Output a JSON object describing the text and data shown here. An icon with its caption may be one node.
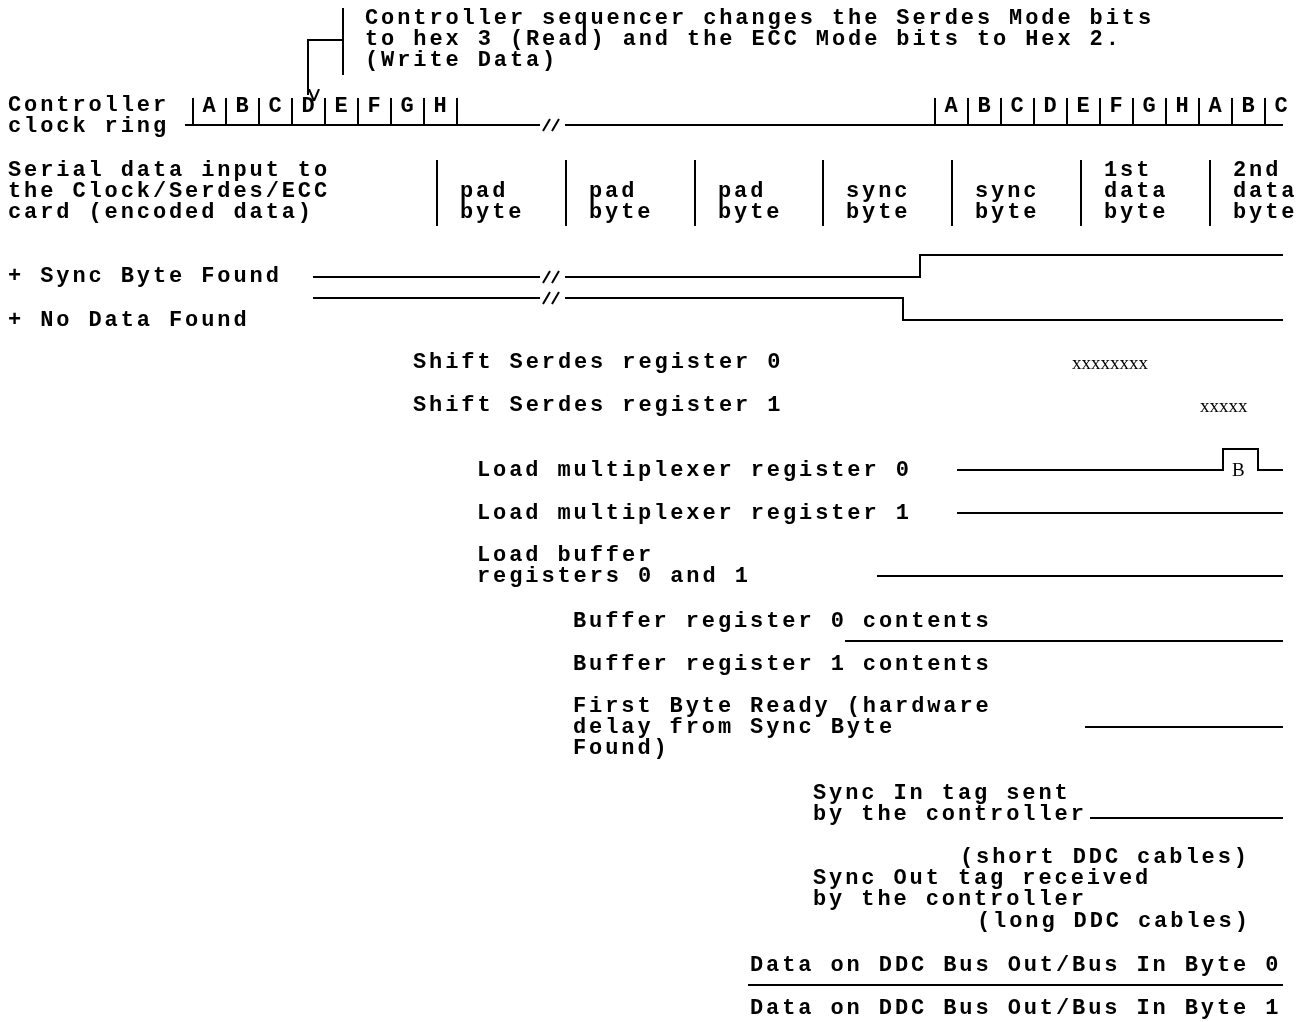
{
  "diagram": {
    "nodes": [
      {
        "text": [
          "Controller sequencer changes the Serdes Mode bits to hex 3 (Read) and the ECC Mode bits to Hex 2. (Write Data)"
        ]
      },
      {
        "text": [
          "D"
        ]
      }
    ],
    "edges": [
      {
        "from": 0,
        "to": 1,
        "arrow": "to"
      }
    ],
    "labels": [
      "Controller clock ring",
      "A",
      "B",
      "C",
      "E",
      "F",
      "G",
      "H",
      "A",
      "B",
      "C",
      "D",
      "E",
      "F",
      "G",
      "H",
      "A",
      "B",
      "C",
      "Serial data input to the Clock/Serdes/ECC card (encoded data)",
      "pad byte",
      "pad byte",
      "pad byte",
      "sync byte",
      "sync byte",
      "1st data byte",
      "2nd data byte",
      "+ Sync Byte Found",
      "+ No Data Found",
      "Shift Serdes register 0",
      "xxxxxxxx",
      "Shift Serdes register 1",
      "xxxxx",
      "Load multiplexer register 0",
      "B",
      "Load multiplexer register 1",
      "Load buffer registers 0 and 1",
      "Buffer register 0 contents",
      "Buffer register 1 contents",
      "First Byte Ready (hardware delay from Sync Byte Found)",
      "Sync In tag sent by the controller",
      "(short DDC cables)",
      "Sync Out tag received by the controller",
      "(long DDC cables)",
      "Data on DDC Bus Out/Bus In Byte 0",
      "Data on DDC Bus Out/Bus In Byte 1"
    ]
  }
}
